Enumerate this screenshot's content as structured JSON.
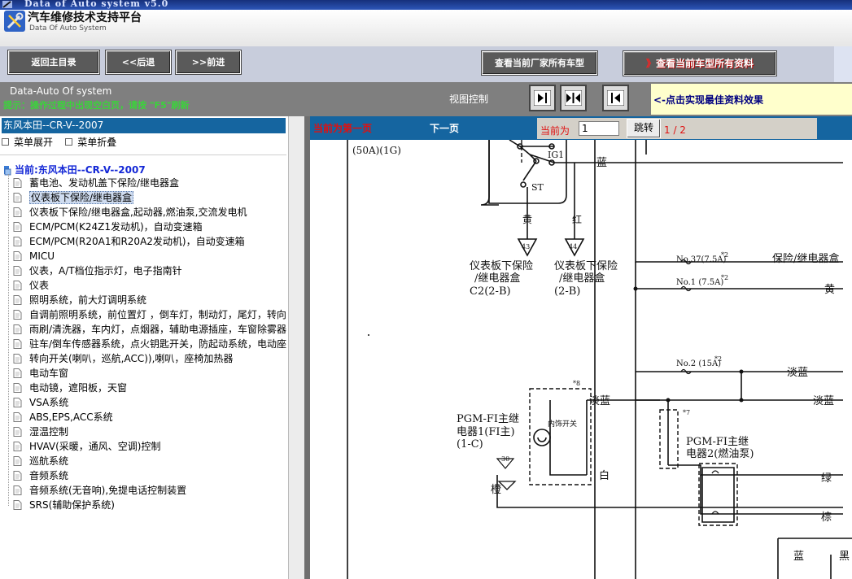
{
  "window": {
    "title": "Data of Auto system v5.0"
  },
  "header": {
    "title": "汽车维修技术支持平台",
    "subtitle": "Data Of Auto System"
  },
  "toolbar": {
    "home": "返回主目录",
    "back": "<<后退",
    "forward": ">>前进",
    "maker_models": "查看当前厂家所有车型",
    "current_model_arrows": "》",
    "current_model": "查看当前车型所有资料"
  },
  "bar2": {
    "system_name": "Data-Auto Of system",
    "tip": "提示：操作过程中出现空白页，请按 \"F5\"刷新",
    "view_control": "视图控制",
    "hint": "<-点击实现最佳资料效果"
  },
  "left": {
    "breadcrumb": "东风本田--CR-V--2007",
    "expand": "菜单展开",
    "collapse": "菜单折叠",
    "root": "当前:东风本田--CR-V--2007",
    "items": [
      "蓄电池、发动机盖下保险/继电器盒",
      "仪表板下保险/继电器盒",
      "仪表板下保险/继电器盒,起动器,燃油泵,交流发电机",
      "ECM/PCM(K24Z1发动机)，自动变速箱",
      "ECM/PCM(R20A1和R20A2发动机)，自动变速箱",
      "MICU",
      "仪表，A/T档位指示灯，电子指南针",
      "仪表",
      "照明系统，前大灯调明系统",
      "自调前照明系统，前位置灯 ，倒车灯，制动灯，尾灯，转向",
      "雨刷/清洗器，车内灯，点烟器，辅助电源插座，车窗除雾器",
      "驻车/倒车传感器系统，点火钥匙开关，防起动系统，电动座",
      "转向开关(喇叭，巡航,ACC)),喇叭，座椅加热器",
      "电动车窗",
      "电动镜，遮阳板，天窗",
      "VSA系统",
      "ABS,EPS,ACC系统",
      "湿温控制",
      "HVAV(采暖，通风、空调)控制",
      "巡航系统",
      "音频系统",
      "音频系统(无音响),免提电话控制装置",
      "SRS(辅助保护系统)"
    ],
    "selected_index": 1
  },
  "pager": {
    "first_page": "当前为第一页",
    "next_page": "下一页",
    "current_label": "当前为",
    "current_value": "1",
    "jump": "跳转",
    "count": "1 / 2"
  },
  "diagram": {
    "fuse_top": "(50A)(1G)",
    "ig1": "IG1",
    "st": "ST",
    "blue": "蓝",
    "yellow": "黄",
    "red": "红",
    "conn43": "43",
    "conn44": "44",
    "box_c2": [
      "仪表板下保险",
      "/继电器盒",
      "C2(2-B)"
    ],
    "box_2b": [
      "仪表板下保险",
      "/继电器盒",
      "(2-B)"
    ],
    "fuse37": "No.37(7.5A)",
    "fuse_star2": "*2",
    "fuse1": "No.1 (7.5A)",
    "fuse2": "No.2 (15A)",
    "relay_box": "保险/继电器盒",
    "light_blue": "淡蓝",
    "star8": "*8",
    "star7": "*7",
    "internal_sw": "内饰开关",
    "pgm1": [
      "PGM-FI主继",
      "电器1(FI主)",
      "(1-C)"
    ],
    "pgm2": [
      "PGM-FI主继",
      "电器2(燃油泵)"
    ],
    "white": "白",
    "green": "绿",
    "brown": "棕",
    "orange": "橙",
    "conn30": "30",
    "black": "黑"
  }
}
